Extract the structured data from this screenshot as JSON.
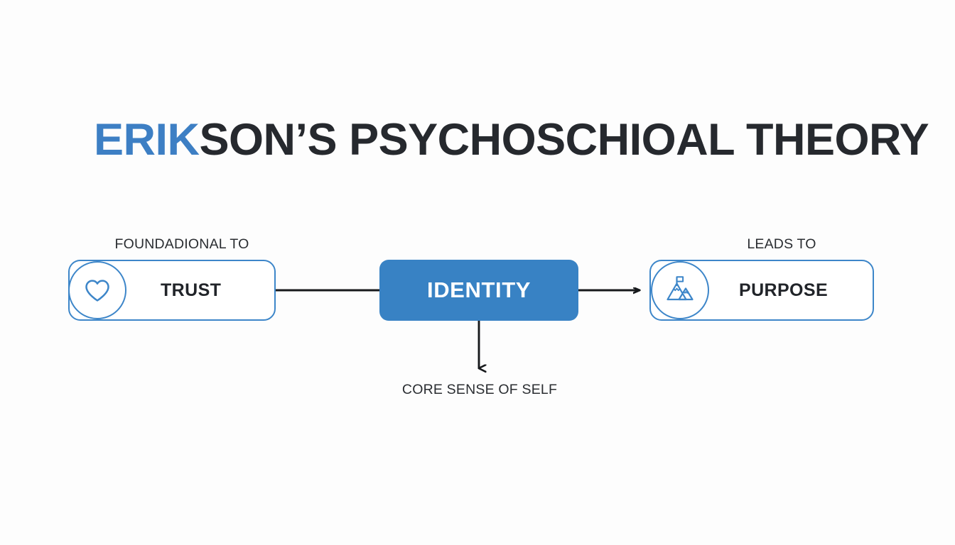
{
  "background_color": "#fdfdfd",
  "accent_color": "#3882c4",
  "outline_color": "#3d86c9",
  "text_color": "#212429",
  "title": {
    "accent_text": "ERIK",
    "rest_text": "SON’S PSYCHOSCHIOAL THEORY",
    "full_text": "ERIKSON’S PSYCHOSCHIOAL THEORY"
  },
  "nodes": {
    "left": {
      "label": "TRUST",
      "icon": "heart-icon",
      "style": "outline"
    },
    "center": {
      "label": "IDENTITY",
      "style": "filled",
      "fill": "#3882c4",
      "text_color": "#ffffff"
    },
    "right": {
      "label": "PURPOSE",
      "icon": "mountain-flag-icon",
      "style": "outline"
    }
  },
  "connectors": {
    "left_to_center": {
      "caption": "FOUNDADIONAL TO",
      "arrowhead": false,
      "direction": "horizontal"
    },
    "center_to_right": {
      "caption": "LEADS TO",
      "arrowhead": true,
      "direction": "horizontal"
    },
    "center_to_bottom": {
      "caption": "CORE SENSE OF SELF",
      "arrowhead": true,
      "direction": "vertical-down"
    }
  }
}
